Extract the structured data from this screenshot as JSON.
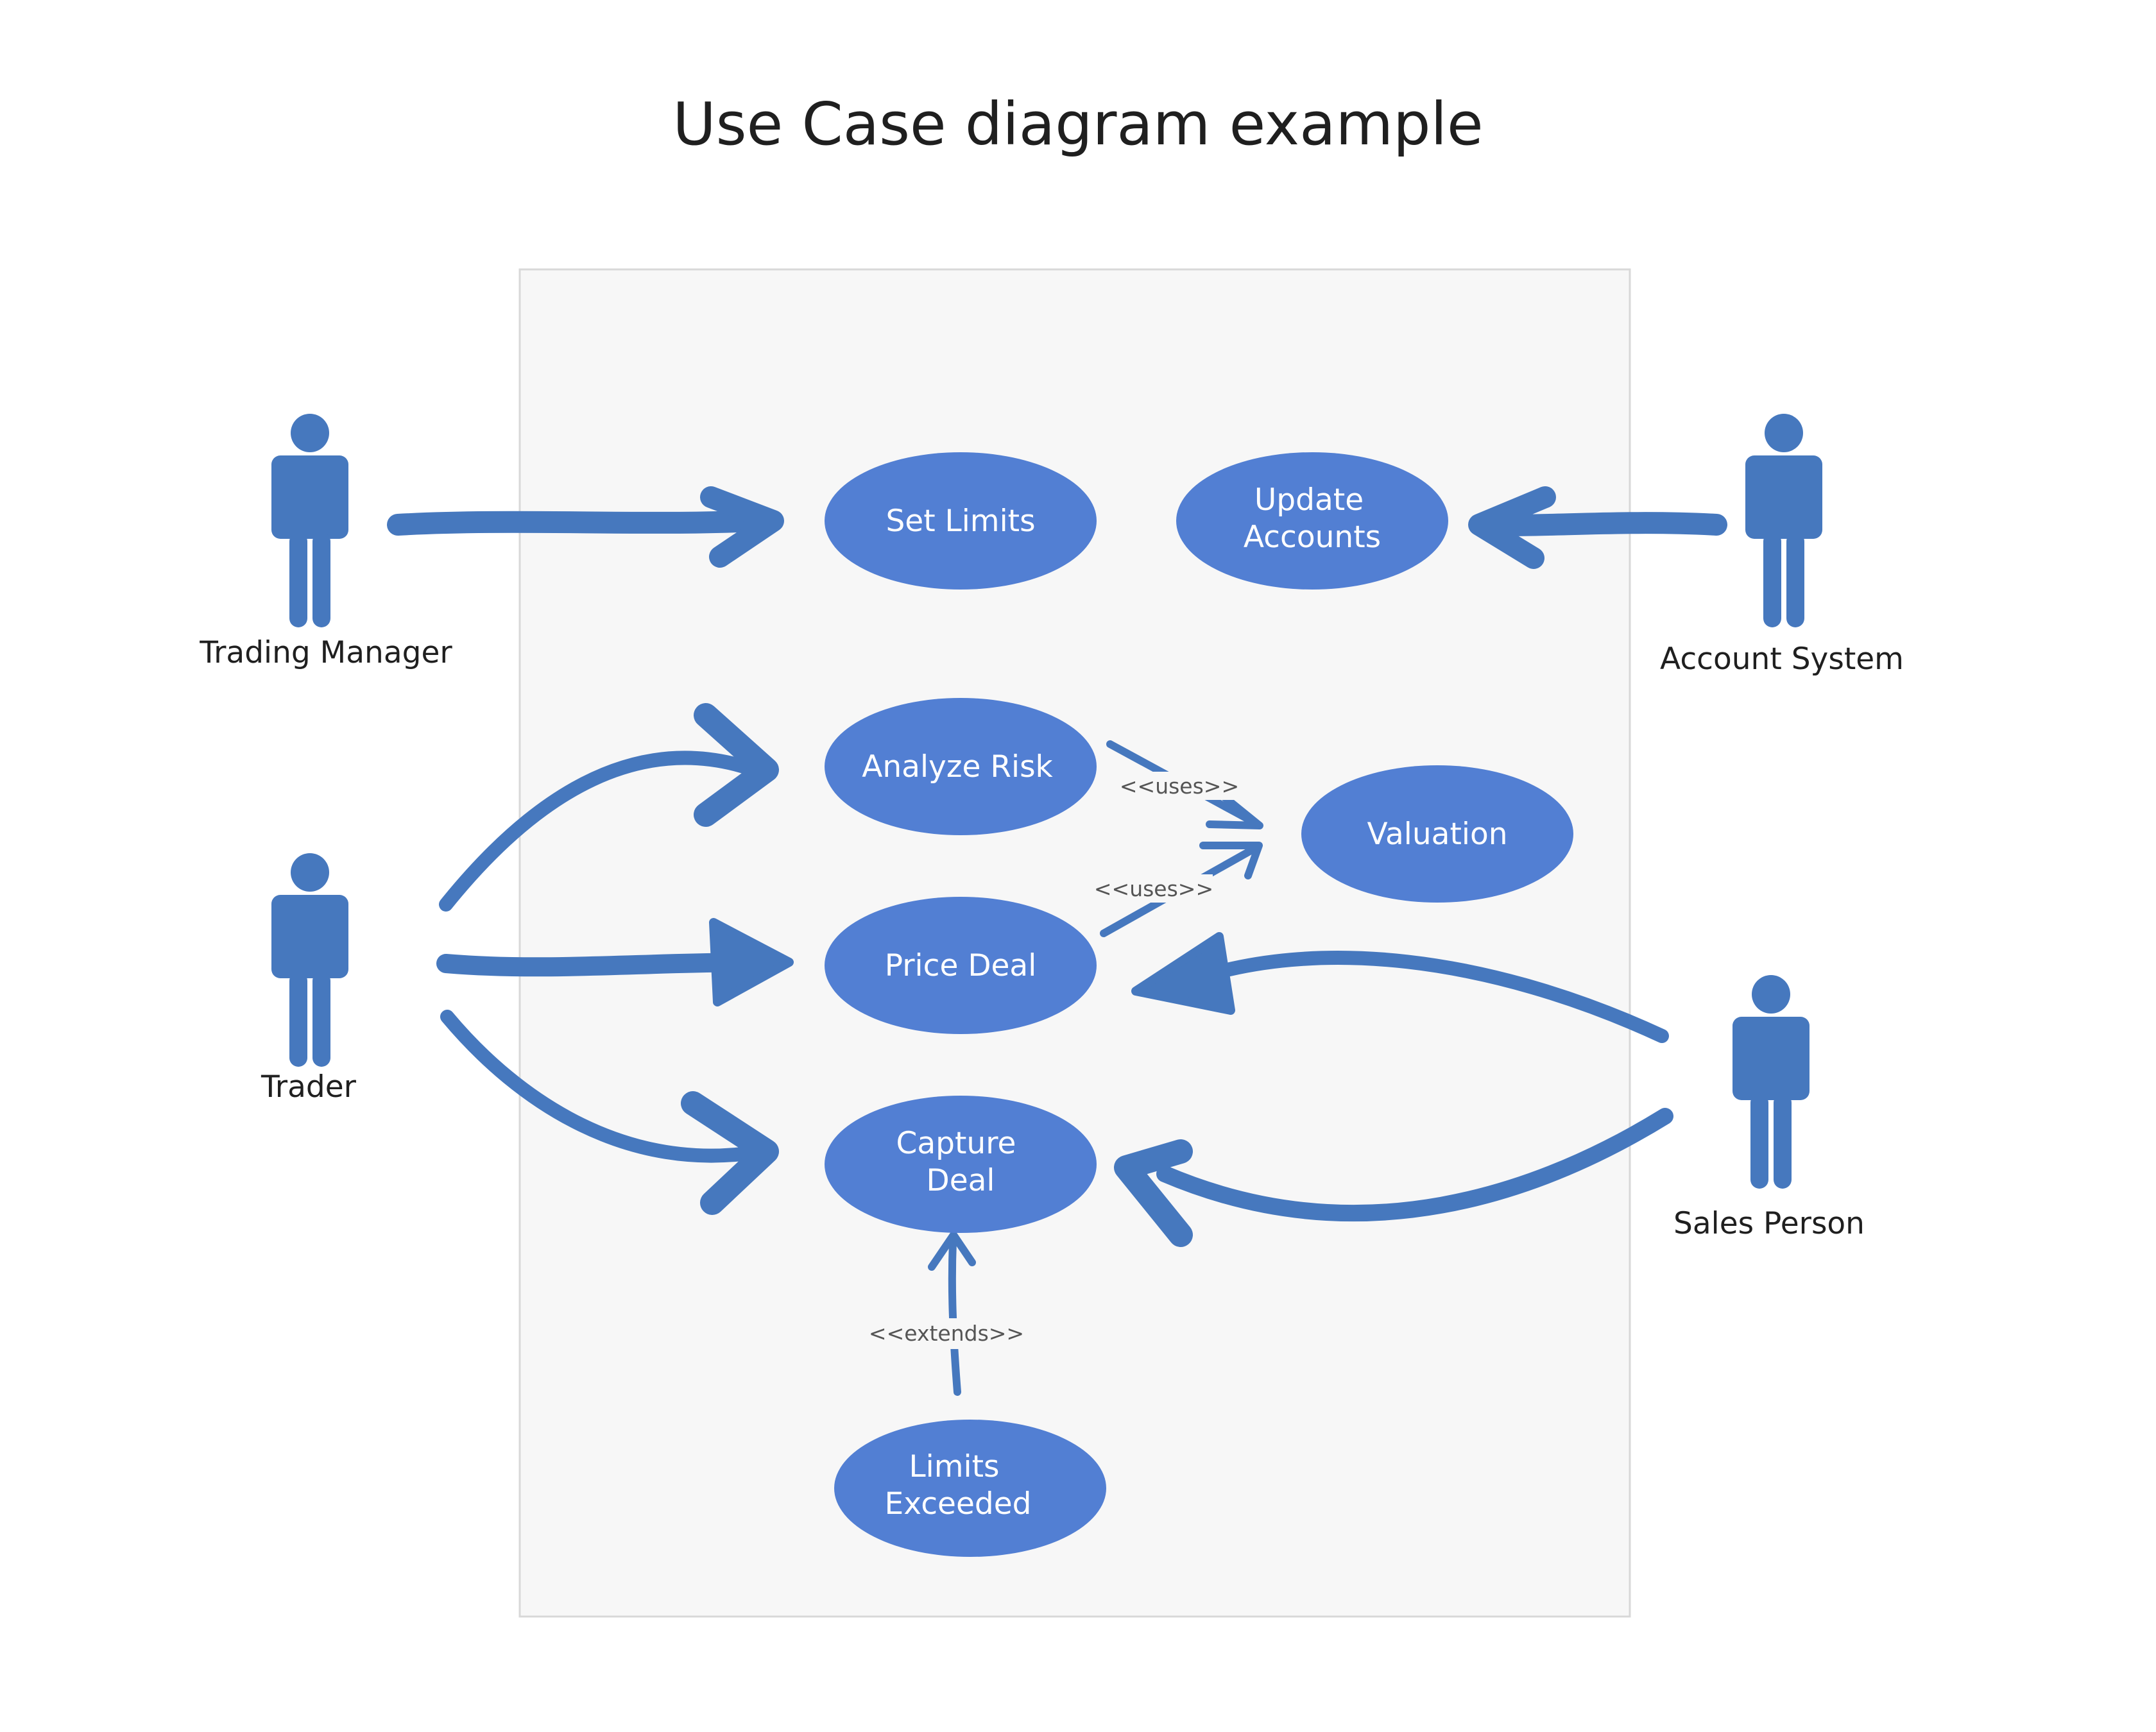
{
  "title": "Use Case diagram example",
  "colors": {
    "system_fill": "#f7f7f7",
    "system_border": "#d8d8d8",
    "use_case_fill": "#527fd3",
    "actor_and_arrow": "#4678be",
    "title_text": "#1f1f1f",
    "relation_label_text": "#555555"
  },
  "actors": [
    {
      "id": "trading-manager",
      "label": "Trading Manager",
      "icon": "person-icon"
    },
    {
      "id": "account-system",
      "label": "Account System",
      "icon": "person-icon"
    },
    {
      "id": "trader",
      "label": "Trader",
      "icon": "person-icon"
    },
    {
      "id": "sales-person",
      "label": "Sales Person",
      "icon": "person-icon"
    }
  ],
  "use_cases": [
    {
      "id": "set-limits",
      "lines": [
        "Set Limits"
      ]
    },
    {
      "id": "update-accounts",
      "lines": [
        "Update",
        "Accounts"
      ]
    },
    {
      "id": "analyze-risk",
      "lines": [
        "Analyze Risk"
      ]
    },
    {
      "id": "valuation",
      "lines": [
        "Valuation"
      ]
    },
    {
      "id": "price-deal",
      "lines": [
        "Price Deal"
      ]
    },
    {
      "id": "capture-deal",
      "lines": [
        "Capture",
        "Deal"
      ]
    },
    {
      "id": "limits-exceeded",
      "lines": [
        "Limits",
        "Exceeded"
      ]
    }
  ],
  "relationships": [
    {
      "from": "trading-manager",
      "to": "set-limits",
      "label": ""
    },
    {
      "from": "account-system",
      "to": "update-accounts",
      "label": ""
    },
    {
      "from": "trader",
      "to": "analyze-risk",
      "label": ""
    },
    {
      "from": "trader",
      "to": "price-deal",
      "label": ""
    },
    {
      "from": "trader",
      "to": "capture-deal",
      "label": ""
    },
    {
      "from": "sales-person",
      "to": "price-deal",
      "label": ""
    },
    {
      "from": "sales-person",
      "to": "capture-deal",
      "label": ""
    },
    {
      "from": "analyze-risk",
      "to": "valuation",
      "label": "<<uses>>"
    },
    {
      "from": "price-deal",
      "to": "valuation",
      "label": "<<uses>>"
    },
    {
      "from": "limits-exceeded",
      "to": "capture-deal",
      "label": "<<extends>>"
    }
  ]
}
